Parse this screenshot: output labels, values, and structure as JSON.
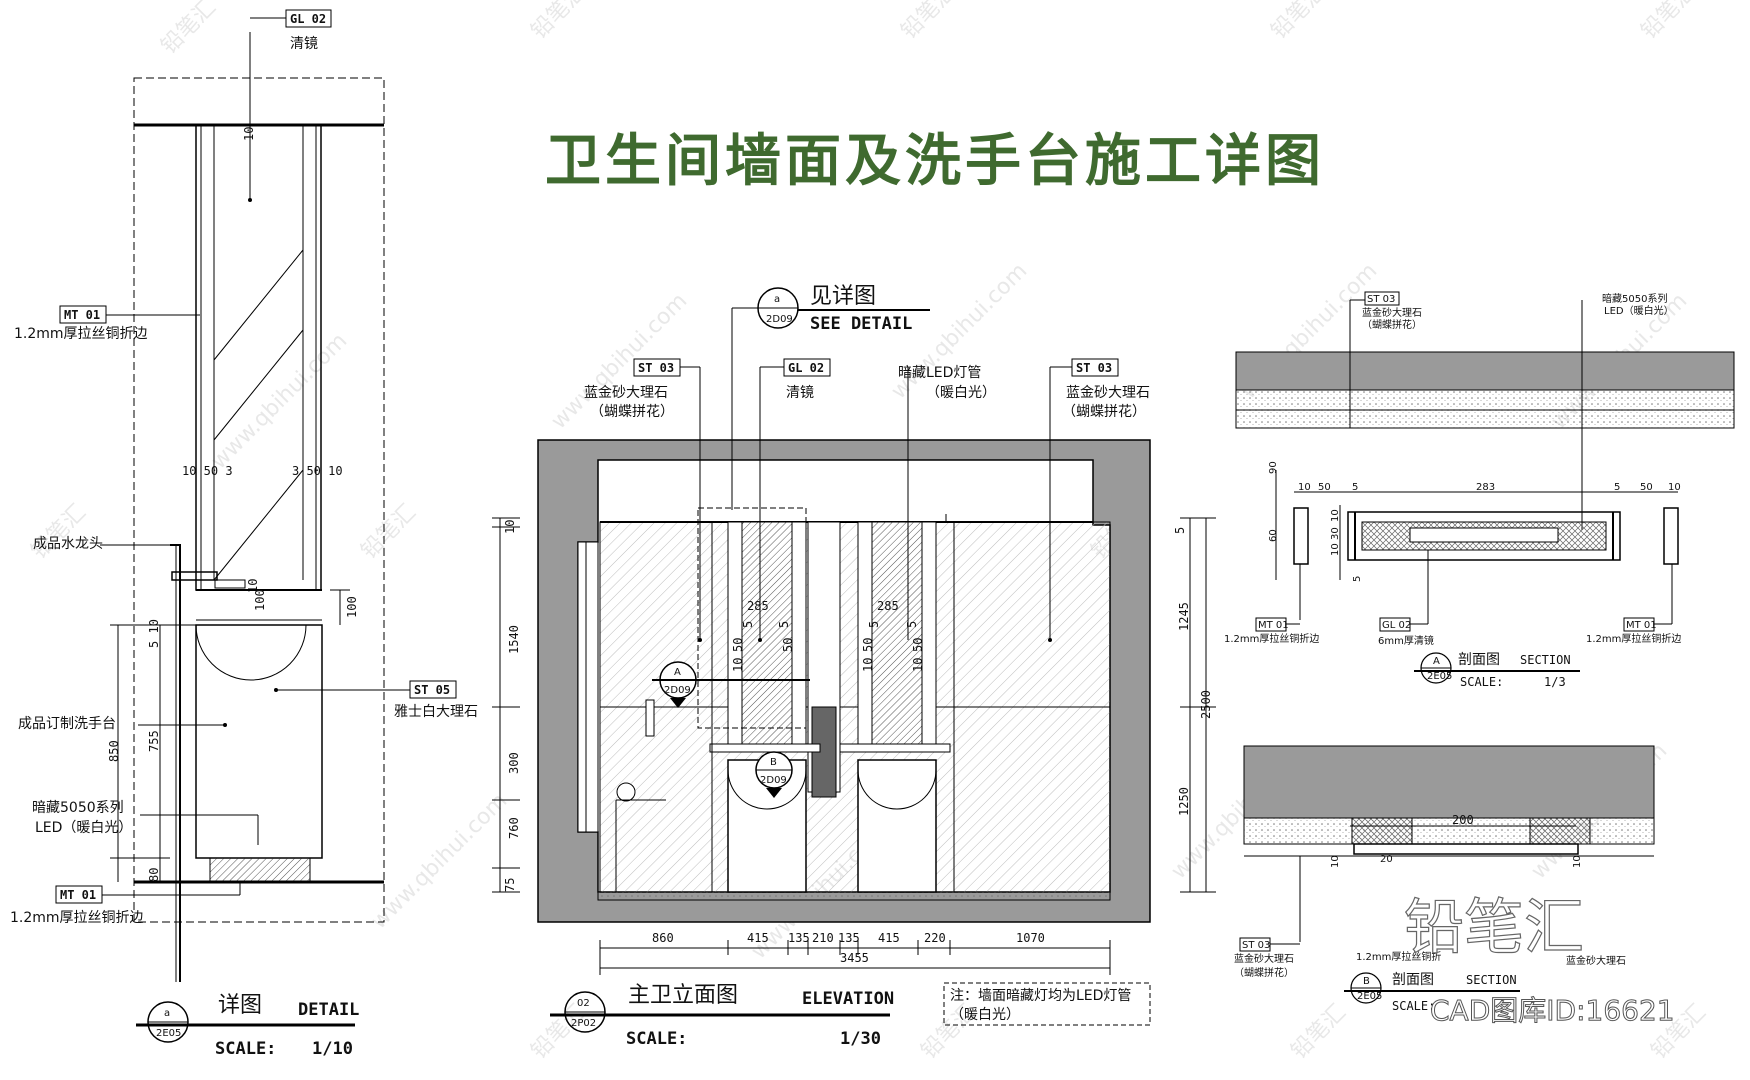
{
  "title": "卫生间墙面及洗手台施工详图",
  "watermarks": {
    "site": "www.qbihui.com",
    "brand": "铅笔汇"
  },
  "brand_large": "铅笔汇",
  "library_id": "CAD图库ID:16621",
  "detail_view": {
    "tags": {
      "gl02": "GL 02",
      "mt01_top": "MT 01",
      "st05": "ST 05",
      "mt01_bottom": "MT 01"
    },
    "labels": {
      "mirror": "清镜",
      "copper_edge_top": "1.2mm厚拉丝铜折边",
      "faucet": "成品水龙头",
      "marble_white": "雅士白大理石",
      "vanity": "成品订制洗手台",
      "led_line1": "暗藏5050系列",
      "led_line2": "LED（暖白光）",
      "copper_edge_bottom": "1.2mm厚拉丝铜折边"
    },
    "dims": {
      "d10_top": "10",
      "d10_50_3": "10 50 3",
      "d3_50_10": "3 50 10",
      "d10_mid": "10",
      "d100_a": "100",
      "d100_b": "100",
      "d5_10": "5 10",
      "d755": "755",
      "d850": "850",
      "d80": "80"
    },
    "caption": {
      "symbol_top": "a",
      "symbol_bottom": "2E05",
      "cn": "详图",
      "en": "DETAIL",
      "scale_label": "SCALE:",
      "scale": "1/10"
    }
  },
  "elevation": {
    "see_detail": {
      "symbol_top": "a",
      "symbol_bottom": "2D09",
      "cn": "见详图",
      "en": "SEE DETAIL"
    },
    "tags": {
      "st03_left": "ST 03",
      "gl02": "GL 02",
      "st03_right": "ST 03"
    },
    "labels": {
      "marble_left_1": "蓝金砂大理石",
      "marble_left_2": "（蝴蝶拼花）",
      "mirror": "清镜",
      "led_1": "暗藏LED灯管",
      "led_2": "（暖白光）",
      "marble_right_1": "蓝金砂大理石",
      "marble_right_2": "（蝴蝶拼花）"
    },
    "markers": {
      "a_top": "A",
      "a_bottom": "2D09",
      "b_top": "B",
      "b_bottom": "2D09"
    },
    "mirror_dims": {
      "w285_l": "285",
      "w285_r": "285",
      "s5": "5",
      "s50": "50",
      "s10": "10"
    },
    "left_dims": {
      "d10": "10",
      "d1540": "1540",
      "d300": "300",
      "d760": "760",
      "d75": "75"
    },
    "right_dims": {
      "d5": "5",
      "d1245": "1245",
      "d2500": "2500",
      "d1250": "1250"
    },
    "bottom_dims": [
      "860",
      "415",
      "135",
      "210",
      "135",
      "415",
      "220",
      "1070"
    ],
    "total": "3455",
    "caption": {
      "symbol_top": "02",
      "symbol_bottom": "2P02",
      "cn": "主卫立面图",
      "en": "ELEVATION",
      "scale_label": "SCALE:",
      "scale": "1/30"
    },
    "note_1": "注：墙面暗藏灯均为LED灯管",
    "note_2": "（暖白光）"
  },
  "section_a": {
    "labels": {
      "top_left_tag": "ST 03",
      "top_left_1": "蓝金砂大理石",
      "top_left_2": "（蝴蝶拼花）",
      "top_right_1": "暗藏5050系列",
      "top_right_2": "LED（暖白光）",
      "tag_mt01_l": "MT 01",
      "copper_l": "1.2mm厚拉丝铜折边",
      "tag_gl02": "GL 02",
      "glass": "6mm厚清镜",
      "tag_mt01_r": "MT 01",
      "copper_r": "1.2mm厚拉丝铜折边"
    },
    "dims": {
      "d10a": "10",
      "d50a": "50",
      "d5a": "5",
      "d283": "283",
      "d5b": "5",
      "d50b": "50",
      "d10b": "10",
      "d90": "90",
      "d60": "60",
      "d10v": "10",
      "d30": "30",
      "d10w": "10",
      "d5v": "5"
    },
    "caption": {
      "symbol_top": "A",
      "symbol_bottom": "2E05",
      "cn": "剖面图",
      "en": "SECTION",
      "scale_label": "SCALE:",
      "scale": "1/3"
    }
  },
  "section_b": {
    "dims": {
      "d200": "200",
      "d10l": "10",
      "d20": "20",
      "d10r": "10"
    },
    "labels": {
      "tag_st03": "ST 03",
      "marble_1": "蓝金砂大理石",
      "marble_2": "（蝴蝶拼花）",
      "copper": "1.2mm厚拉丝铜折",
      "marble_r": "蓝金砂大理石"
    },
    "caption": {
      "symbol_top": "B",
      "symbol_bottom": "2E05",
      "cn": "剖面图",
      "en": "SECTION",
      "scale_label": "SCALE:"
    }
  },
  "colors": {
    "title": "#3f6a2f",
    "wall": "#9a9a9a",
    "hatch": "#c8c8c8",
    "line": "#000000"
  }
}
